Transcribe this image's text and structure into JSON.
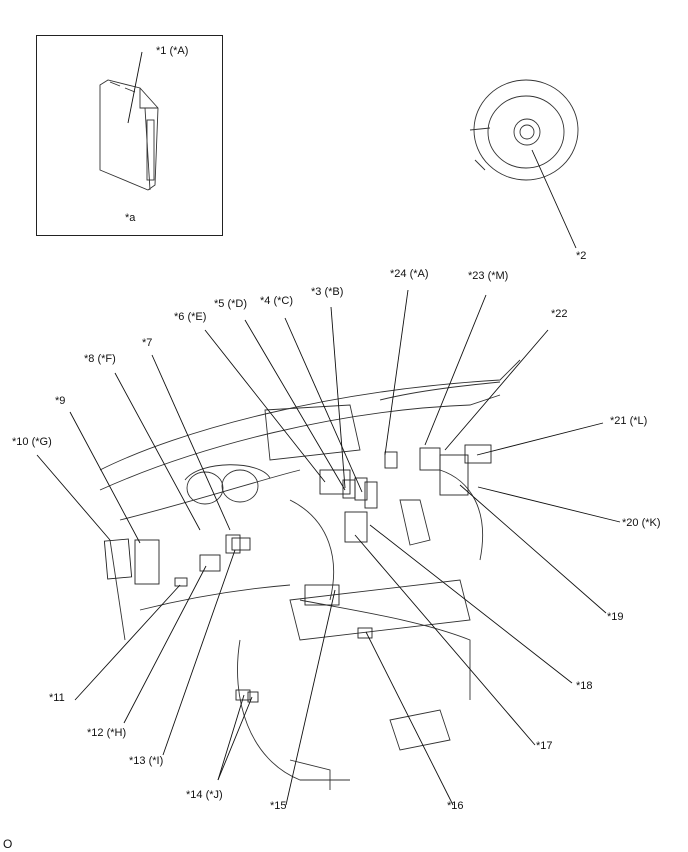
{
  "diagram": {
    "title": "Component location diagram - vehicle interior",
    "inset": {
      "part_label": "*1 (*A)",
      "view_label": "*a"
    },
    "callouts": [
      {
        "id": "c1",
        "text": "*1 (*A)"
      },
      {
        "id": "c2",
        "text": "*2"
      },
      {
        "id": "c3",
        "text": "*3 (*B)"
      },
      {
        "id": "c4",
        "text": "*4 (*C)"
      },
      {
        "id": "c5",
        "text": "*5 (*D)"
      },
      {
        "id": "c6",
        "text": "*6 (*E)"
      },
      {
        "id": "c7",
        "text": "*7"
      },
      {
        "id": "c8",
        "text": "*8 (*F)"
      },
      {
        "id": "c9",
        "text": "*9"
      },
      {
        "id": "c10",
        "text": "*10 (*G)"
      },
      {
        "id": "c11",
        "text": "*11"
      },
      {
        "id": "c12",
        "text": "*12 (*H)"
      },
      {
        "id": "c13",
        "text": "*13 (*I)"
      },
      {
        "id": "c14",
        "text": "*14 (*J)"
      },
      {
        "id": "c15",
        "text": "*15"
      },
      {
        "id": "c16",
        "text": "*16"
      },
      {
        "id": "c17",
        "text": "*17"
      },
      {
        "id": "c18",
        "text": "*18"
      },
      {
        "id": "c19",
        "text": "*19"
      },
      {
        "id": "c20",
        "text": "*20 (*K)"
      },
      {
        "id": "c21",
        "text": "*21 (*L)"
      },
      {
        "id": "c22",
        "text": "*22"
      },
      {
        "id": "c23",
        "text": "*23 (*M)"
      },
      {
        "id": "c24",
        "text": "*24 (*A)"
      }
    ],
    "corner_mark": "O"
  }
}
